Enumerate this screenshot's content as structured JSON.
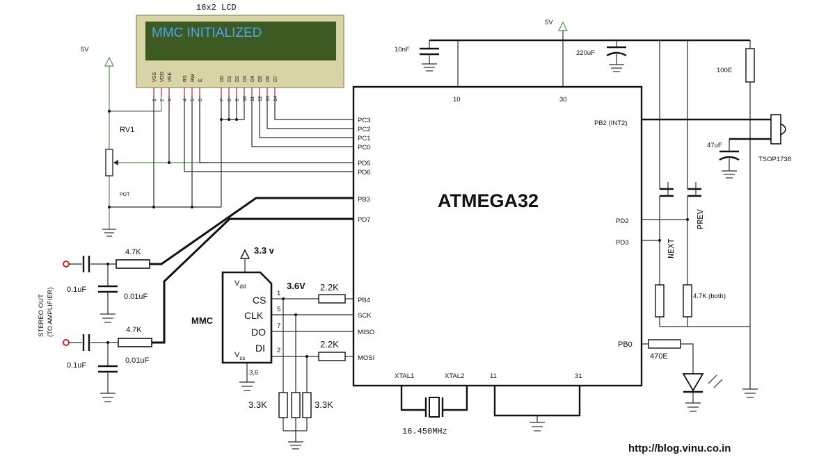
{
  "lcd": {
    "title": "16x2  LCD",
    "display_text": "MMC INITIALIZED",
    "pins": [
      "VSS",
      "VDD",
      "VEE",
      "RS",
      "RW",
      "E",
      "D0",
      "D1",
      "D2",
      "D3",
      "D4",
      "D5",
      "D6",
      "D7"
    ],
    "pin_numbers": [
      "1",
      "2",
      "3",
      "4",
      "5",
      "6",
      "7",
      "8",
      "9",
      "10",
      "11",
      "12",
      "13",
      "14"
    ],
    "colors": {
      "bezel": "#d9d4a6",
      "screen": "#3d5a22",
      "text": "#49a6f0"
    }
  },
  "mcu": {
    "name": "ATMEGA32",
    "left_pins": [
      "PC3",
      "PC2",
      "PC1",
      "PC0",
      "PD5",
      "PD6",
      "PB3",
      "PD7",
      "PB4",
      "SCK",
      "MISO",
      "MOSI"
    ],
    "right_pins": [
      "PB2 (INT2)",
      "PD2",
      "PD3",
      "PB0"
    ],
    "top_pins": [
      "10",
      "30"
    ],
    "bottom_pins": [
      "XTAL1",
      "XTAL2",
      "11",
      "31"
    ]
  },
  "power": {
    "left_5v": "5V",
    "top_5v": "5V",
    "mmc_supply": "3.3 v",
    "mmc_node": "3.6V"
  },
  "pot": {
    "ref": "RV1",
    "label": "POT"
  },
  "capacitors": {
    "c10nf": "10nF",
    "c220uf": "220uF",
    "c47uf": "47uF",
    "c1a": "0.1uF",
    "c1b": "0.01uF",
    "c2a": "0.1uF",
    "c2b": "0.01uF"
  },
  "resistors": {
    "r100": "100E",
    "r_audio1": "4.7K",
    "r_audio2": "4.7K",
    "r_cs": "2.2K",
    "r_mosi": "2.2K",
    "r_pull_a": "3.3K",
    "r_pull_b": "3.3K",
    "r_buttons": "4.7K (both)",
    "r_led": "470E"
  },
  "ir": {
    "part": "TSOP1738"
  },
  "buttons": {
    "next": "NEXT",
    "prev": "PREV"
  },
  "mmc": {
    "label": "MMC",
    "vdd": "V",
    "vdd_sub": "dd",
    "vss": "V",
    "vss_sub": "ss",
    "pins": [
      "CS",
      "CLK",
      "DO",
      "DI"
    ],
    "pin_numbers": [
      "1",
      "5",
      "7",
      "2"
    ],
    "gnd_pins": "3,6"
  },
  "audio": {
    "label_line1": "STEREO OUT",
    "label_line2": "(TO AMPLIFIER)"
  },
  "crystal": {
    "freq": "16.450MHz"
  },
  "footer": {
    "url": "http://blog.vinu.co.in"
  }
}
